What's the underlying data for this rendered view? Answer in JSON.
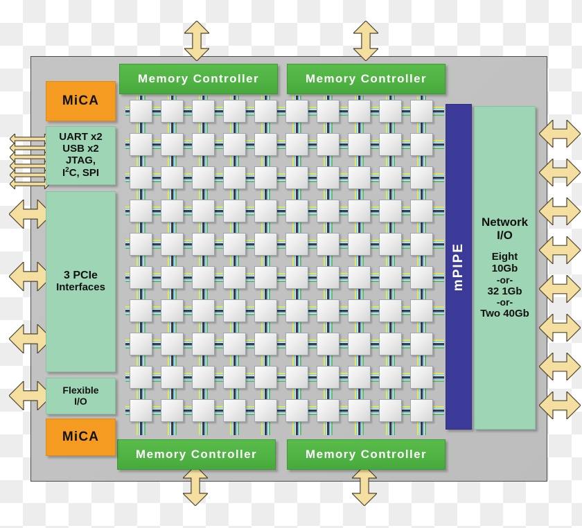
{
  "diagram": {
    "title": "Tile processor architecture block diagram",
    "chip_body_color": "#c2c2c2"
  },
  "colors": {
    "memory_controller": "#4fb243",
    "io_block": "#9ed5b4",
    "mica": "#f59b22",
    "mpipe": "#3b3a98",
    "arrow": "#f5dfa0",
    "tile": "#ededed"
  },
  "memory_controllers": [
    {
      "label": "Memory Controller",
      "position": "top-left"
    },
    {
      "label": "Memory Controller",
      "position": "top-right"
    },
    {
      "label": "Memory Controller",
      "position": "bottom-left"
    },
    {
      "label": "Memory Controller",
      "position": "bottom-right"
    }
  ],
  "left_blocks": {
    "mica_top": {
      "label": "MiCA"
    },
    "serial_io": {
      "lines": [
        "UART x2",
        "USB x2",
        "JTAG,",
        "I²C, SPI"
      ],
      "arrow_count": 6
    },
    "pcie": {
      "lines": [
        "3 PCIe",
        "Interfaces"
      ],
      "arrow_count": 3
    },
    "flexible_io": {
      "lines": [
        "Flexible",
        "I/O"
      ],
      "arrow_count": 1
    },
    "mica_bottom": {
      "label": "MiCA"
    }
  },
  "right_blocks": {
    "mpipe": {
      "label": "mPIPE"
    },
    "network_io": {
      "title_lines": [
        "Network",
        "I/O"
      ],
      "detail_lines": [
        "Eight",
        "10Gb",
        "-or-",
        "32 1Gb",
        "-or-",
        "Two 40Gb"
      ],
      "arrow_count": 8
    }
  },
  "mesh": {
    "rows": 10,
    "cols": 10,
    "tile_count": 100
  },
  "edge_arrows": {
    "top_count": 2,
    "bottom_count": 2,
    "left_count": 10,
    "right_count": 8
  }
}
